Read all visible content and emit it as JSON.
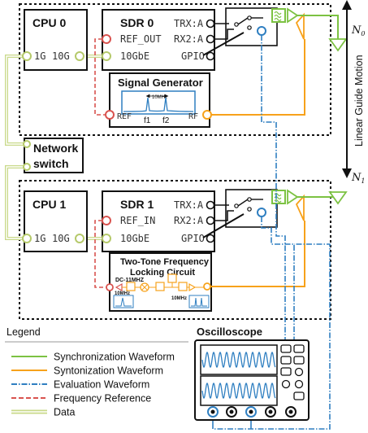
{
  "nodes": {
    "cpu0": {
      "title": "CPU 0",
      "port_1g": "1G",
      "port_10g": "10G"
    },
    "sdr0": {
      "title": "SDR 0",
      "trx": "TRX:A",
      "rx2": "RX2:A",
      "ref": "REF_OUT",
      "eth": "10GbE",
      "gpio": "GPIO"
    },
    "siggen": {
      "title": "Signal Generator",
      "ref": "REF",
      "rf": "RF",
      "spacing": "10MHz",
      "f1": "f1",
      "f2": "f2"
    },
    "switch": {
      "line1": "Network",
      "line2": "switch"
    },
    "cpu1": {
      "title": "CPU 1",
      "port_1g": "1G",
      "port_10g": "10G"
    },
    "sdr1": {
      "title": "SDR 1",
      "trx": "TRX:A",
      "rx2": "RX2:A",
      "ref": "REF_IN",
      "eth": "10GbE",
      "gpio": "GPIO"
    },
    "locking": {
      "line1": "Two-Tone Frequency",
      "line2": "Locking Circuit",
      "filter": "DC-11MHZ",
      "left_label": "10MHz",
      "right_label": "10MHz"
    },
    "scope": {
      "title": "Oscilloscope"
    }
  },
  "side": {
    "label": "Linear Guide Motion",
    "n0": "N",
    "n0_sub": "0",
    "n1": "N",
    "n1_sub": "1"
  },
  "legend": {
    "title": "Legend",
    "items": [
      {
        "label": "Synchronization Waveform",
        "color": "#7cc242",
        "style": "solid"
      },
      {
        "label": "Syntonization Waveform",
        "color": "#f7a21b",
        "style": "solid"
      },
      {
        "label": "Evaluation Waveform",
        "color": "#2f7fc1",
        "style": "dashdot"
      },
      {
        "label": "Frequency Reference",
        "color": "#d9534f",
        "style": "dashed"
      },
      {
        "label": "Data",
        "color": "#c9d98a",
        "style": "double"
      }
    ]
  },
  "colors": {
    "sync": "#7cc242",
    "synt": "#f7a21b",
    "eval": "#2f7fc1",
    "ref": "#d9534f",
    "data": "#c9d98a"
  }
}
